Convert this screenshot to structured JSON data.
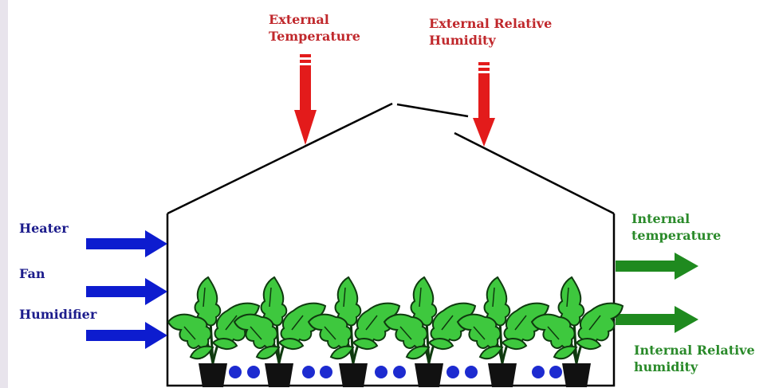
{
  "external_inputs": {
    "temperature_line1": "External",
    "temperature_line2": "Temperature",
    "humidity_line1": "External Relative",
    "humidity_line2": "Humidity"
  },
  "control_inputs": {
    "heater": "Heater",
    "fan": "Fan",
    "humidifier": "Humidifier"
  },
  "outputs": {
    "internal_temperature_line1": "Internal",
    "internal_temperature_line2": "temperature",
    "internal_humidity_line1": "Internal Relative",
    "internal_humidity_line2": "humidity"
  },
  "colors": {
    "external_arrow": "#e31b1b",
    "control_arrow": "#0d1ccf",
    "output_arrow": "#1f8a1f",
    "plant_leaf": "#3ec83e",
    "pot": "#111111",
    "water_drop": "#1d2bd0"
  },
  "plant_count": 6,
  "icons": [
    "plant-icon",
    "pot-icon",
    "water-drop-icon",
    "arrow-right-icon",
    "arrow-down-icon"
  ]
}
